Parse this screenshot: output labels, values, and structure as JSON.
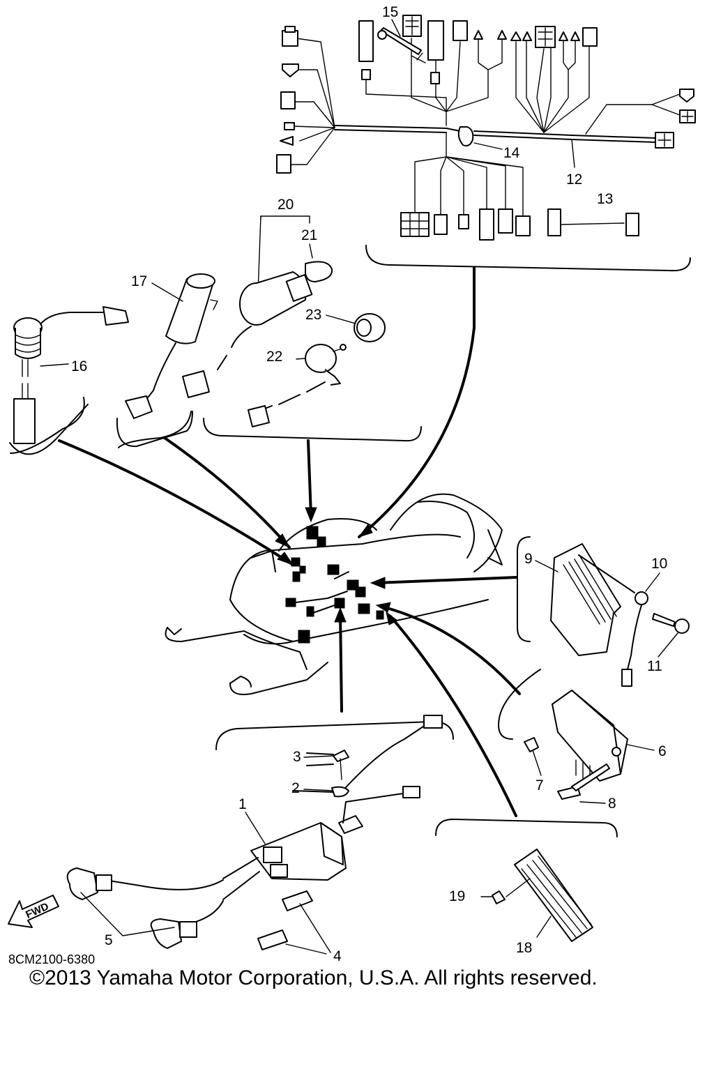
{
  "callouts": [
    "1",
    "2",
    "3",
    "4",
    "5",
    "6",
    "7",
    "8",
    "9",
    "10",
    "11",
    "12",
    "13",
    "14",
    "15",
    "16",
    "17",
    "18",
    "19",
    "20",
    "21",
    "22",
    "23"
  ],
  "fwd_label": "FWD",
  "diagram_code": "8CM2100-6380",
  "copyright": "©2013 Yamaha Motor Corporation, U.S.A. All rights reserved."
}
